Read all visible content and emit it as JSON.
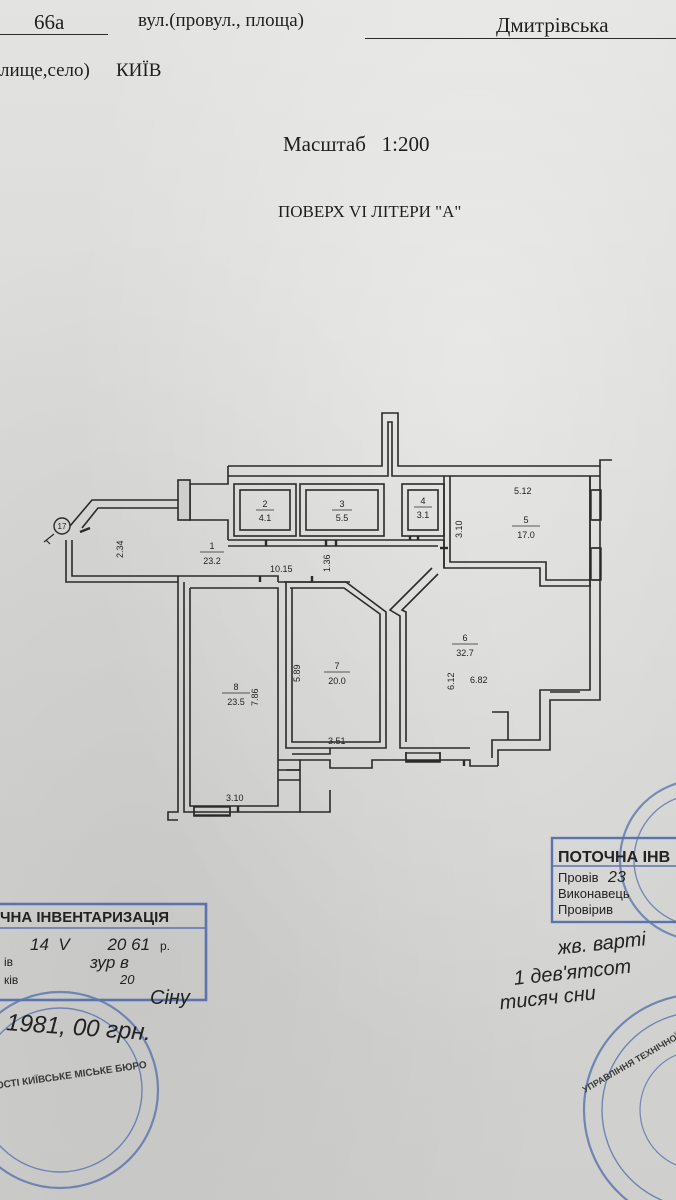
{
  "header": {
    "house_number": "66а",
    "street_label": "вул.(провул., площа)",
    "street_name": "Дмитрівська",
    "city_label": "лище,село)",
    "city_name": "КИЇВ"
  },
  "title": {
    "scale": "Масштаб   1:200",
    "floor": "ПОВЕРХ  VI ЛІТЕРИ \"А\""
  },
  "plan": {
    "rooms": [
      {
        "num": "1",
        "area": "23.2"
      },
      {
        "num": "2",
        "area": "4.1"
      },
      {
        "num": "3",
        "area": "5.5"
      },
      {
        "num": "4",
        "area": "3.1"
      },
      {
        "num": "5",
        "area": "17.0"
      },
      {
        "num": "6",
        "area": "32.7"
      },
      {
        "num": "7",
        "area": "20.0"
      },
      {
        "num": "8",
        "area": "23.5"
      }
    ],
    "dims": {
      "d_512": "5.12",
      "d_310v": "3.10",
      "d_234": "2.34",
      "d_1015": "10.15",
      "d_136": "1.36",
      "d_589": "5.89",
      "d_786": "7.86",
      "d_612": "6.12",
      "d_682": "6.82",
      "d_351": "3.51",
      "d_310h": "3.10"
    },
    "stair_marker": "17"
  },
  "stamps": {
    "left": {
      "title": "ЧНА ІНВЕНТАРИЗАЦІЯ",
      "row1_label": "р.",
      "row2_label": "ів",
      "row3_label": "ків",
      "row1_hand": "14  V        20 61",
      "row2_hand": "зур в",
      "row3_hand": "20",
      "sign": "Сіну"
    },
    "right": {
      "title": "ПОТОЧНА ІНВ",
      "row1": "Провів",
      "row2": "Виконавець",
      "row3": "Провірив",
      "row1_hand": "23"
    },
    "seal_left_text": "НОСТІ КИЇВСЬКЕ МІСЬКЕ БЮРО",
    "seal_right_text": "УПРАВЛІННЯ ТЕХНІЧНОЇ ІНВЕНТАРИЗАЦІЇ НЕРУХОМОГО МАЙНА"
  },
  "handwriting": {
    "price": "1981, 00 грн.",
    "right_line1": "жв. варті",
    "right_line2": "1 дев'ятсот",
    "right_line3": "тисяч сни"
  }
}
